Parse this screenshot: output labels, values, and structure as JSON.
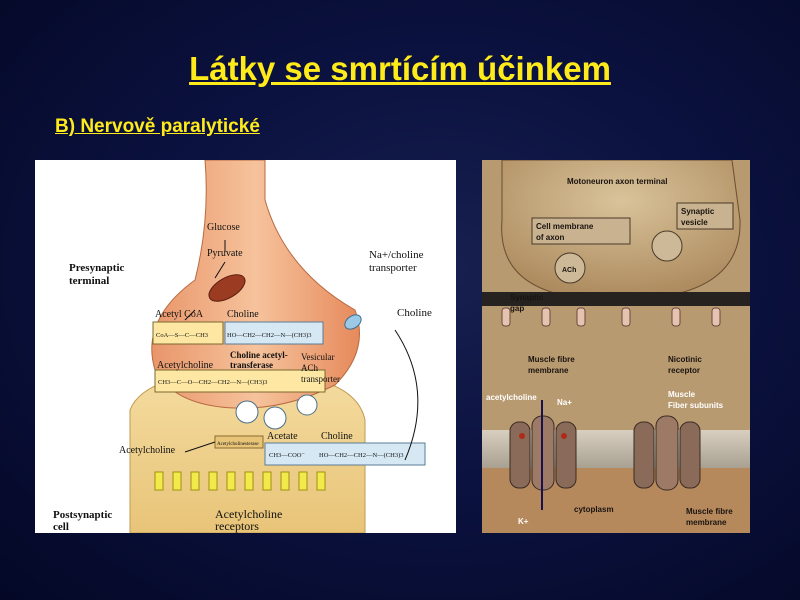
{
  "slide": {
    "title": "Látky se smrtícím účinkem",
    "subtitle": "B) Nervově paralytické",
    "colors": {
      "background": "#0b1240",
      "title": "#ffea1a"
    }
  },
  "left_figure": {
    "presynaptic_terminal": [
      "Presynaptic",
      "terminal"
    ],
    "glucose": "Glucose",
    "pyruvate": "Pyruvate",
    "acetyl_coa": "Acetyl CoA",
    "choline_top": "Choline",
    "coa_formula": "CoA—S—C—CH3",
    "choline_formula": "HO—CH2—CH2—N—(CH3)3",
    "enzyme": [
      "Choline acetyl-",
      "transferase"
    ],
    "acetylcholine_top": "Acetylcholine",
    "ach_formula": "CH3—C—O—CH2—CH2—N—(CH3)3",
    "transporter_na": [
      "Na+/choline",
      "transporter"
    ],
    "choline_right": "Choline",
    "vesicular": [
      "Vesicular",
      "ACh",
      "transporter"
    ],
    "acetylcholine_cleft": "Acetylcholine",
    "esterase": "Acetylcholinesterase",
    "acetate": "Acetate",
    "choline_bottom": "Choline",
    "acetate_formula": "CH3—COO⁻",
    "choline_formula_bottom": "HO—CH2—CH2—N—(CH3)3",
    "postsynaptic_cell": [
      "Postsynaptic",
      "cell"
    ],
    "ach_receptors": [
      "Acetylcholine",
      "receptors"
    ]
  },
  "right_figure": {
    "motoneuron": "Motoneuron axon terminal",
    "cell_membrane_axon": [
      "Cell membrane",
      "of axon"
    ],
    "synaptic_vesicle": [
      "Synaptic",
      "vesicle"
    ],
    "ach_vesicle": "ACh",
    "synaptic_gap": [
      "Synaptic",
      "gap"
    ],
    "muscle_fibre_membrane": [
      "Muscle fibre",
      "membrane"
    ],
    "nicotinic_receptor": [
      "Nicotinic",
      "receptor"
    ],
    "acetylcholine": "acetylcholine",
    "na_plus": "Na+",
    "muscle_fiber_subunits": [
      "Muscle",
      "Fiber subunits"
    ],
    "k_plus": "K+",
    "cytoplasm": "cytoplasm",
    "muscle_fibre_membrane_bottom": [
      "Muscle fibre",
      "membrane"
    ]
  }
}
